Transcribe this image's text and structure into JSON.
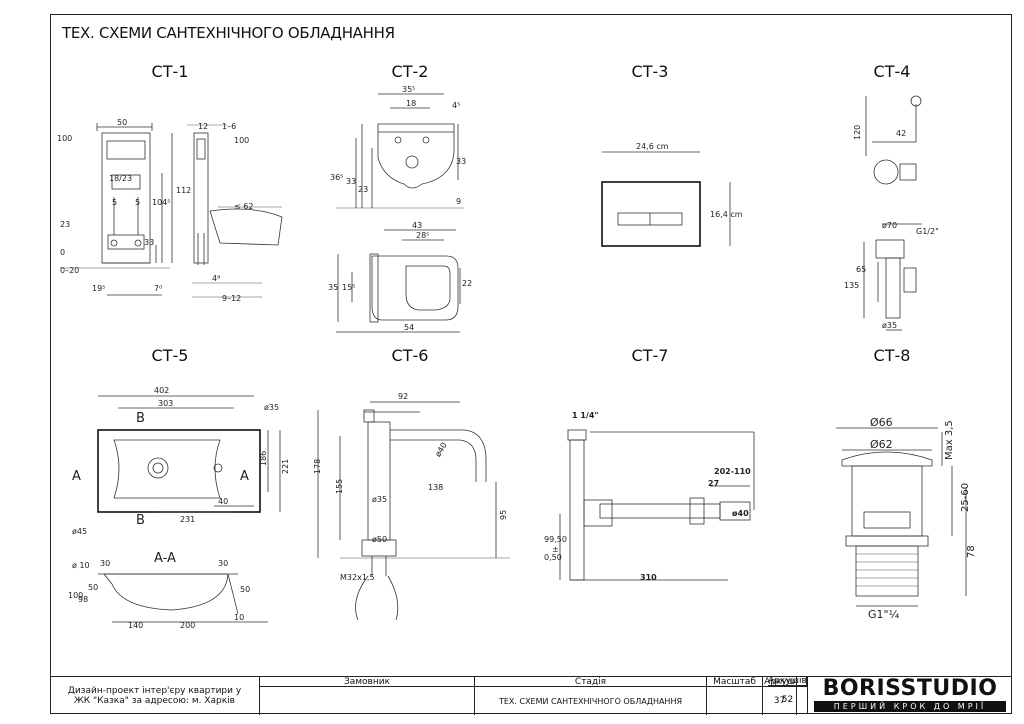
{
  "title": "ТЕХ. СХЕМИ САНТЕХНІЧНОГО ОБЛАДНАННЯ",
  "labels": [
    "СТ-1",
    "СТ-2",
    "СТ-3",
    "СТ-4",
    "СТ-5",
    "СТ-6",
    "СТ-7",
    "СТ-8"
  ],
  "ct1": {
    "d50": "50",
    "d100a": "100",
    "d100b": "100",
    "d112": "112",
    "d104": "104⁵",
    "d33": "33",
    "d23": "23",
    "d0": "0",
    "d0_20": "0–20",
    "d19": "19⁵",
    "d7": "7⁰",
    "d18_23": "18/23",
    "d5a": "5",
    "d5b": "5",
    "d12": "12",
    "d1_6": "1–6",
    "d62": "≤ 62",
    "d4": "4⁸",
    "d9_12": "9–12"
  },
  "ct2": {
    "d35": "35⁵",
    "d18": "18",
    "d4": "4⁵",
    "d33a": "33",
    "d33b": "33",
    "d36": "36⁵",
    "d23": "23",
    "d9": "9",
    "d43": "43",
    "d28": "28⁵",
    "d35b": "35",
    "d15": "15⁵",
    "d22": "22",
    "d54": "54"
  },
  "ct3": {
    "w": "24,6 cm",
    "h": "16,4 cm"
  },
  "ct4": {
    "d120": "120",
    "d42": "42",
    "d70": "ø70",
    "g12": "G1/2\"",
    "d65": "65",
    "d135": "135",
    "d35": "ø35"
  },
  "ct5": {
    "d402": "402",
    "d303": "303",
    "d35": "ø35",
    "d186": "186",
    "d221": "221",
    "d40": "40",
    "d231": "231",
    "d45": "ø45",
    "B1": "B",
    "B2": "B",
    "A1": "A",
    "A2": "A",
    "aa": "A-A",
    "d10": "ø 10",
    "d30a": "30",
    "d30b": "30",
    "d100": "100",
    "d98": "98",
    "d50a": "50",
    "d50b": "50",
    "d140": "140",
    "d200": "200",
    "d10b": "10"
  },
  "ct6": {
    "d92": "92",
    "d178": "178",
    "d155": "155",
    "d35": "ø35",
    "d138": "138",
    "d95": "95",
    "d50": "ø50",
    "d40": "ø40",
    "m32": "M32x1,5"
  },
  "ct7": {
    "d114": "1 1/4\"",
    "d202": "202-110",
    "d27": "27",
    "d40": "ø40",
    "d99": "99,50",
    "pm": "±",
    "d050": "0,50",
    "d310": "310"
  },
  "ct8": {
    "d66": "Ø66",
    "d62": "Ø62",
    "max": "Max 3,5",
    "d25": "25-60",
    "d78": "78",
    "g": "G1\"¼"
  },
  "stamp": {
    "project_line1": "Дизайн-проект інтер'єру квартири у",
    "project_line2": "ЖК \"Казка\" за адресою: м. Харків",
    "h_customer": "Замовник",
    "h_stage": "Стадія",
    "h_scale": "Масштаб",
    "h_sheet": "Аркуш",
    "h_sheets": "Аркушів",
    "stage_value": "ТЕХ. СХЕМИ САНТЕХНІЧНОГО ОБЛАДНАННЯ",
    "sheet_value": "37",
    "sheets_value": "52",
    "brand_name": "BORISSTUDIO",
    "brand_tag": "ПЕРШИЙ КРОК ДО МРІЇ"
  }
}
